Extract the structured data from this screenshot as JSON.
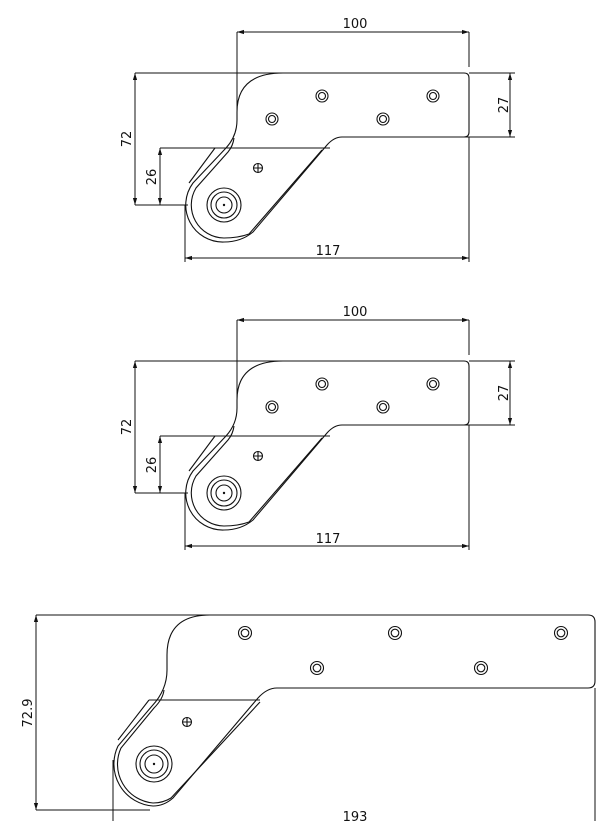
{
  "drawings": [
    {
      "label": "view-1",
      "dimensions": {
        "top_width": "100",
        "total_height": "72",
        "lower_height": "26",
        "arm_height": "27",
        "total_width": "117"
      }
    },
    {
      "label": "view-2",
      "dimensions": {
        "top_width": "100",
        "total_height": "72",
        "lower_height": "26",
        "arm_height": "27",
        "total_width": "117"
      }
    },
    {
      "label": "view-3",
      "dimensions": {
        "total_height": "72.9",
        "total_width": "193"
      }
    }
  ],
  "colors": {
    "line": "#111111",
    "background": "#ffffff"
  }
}
